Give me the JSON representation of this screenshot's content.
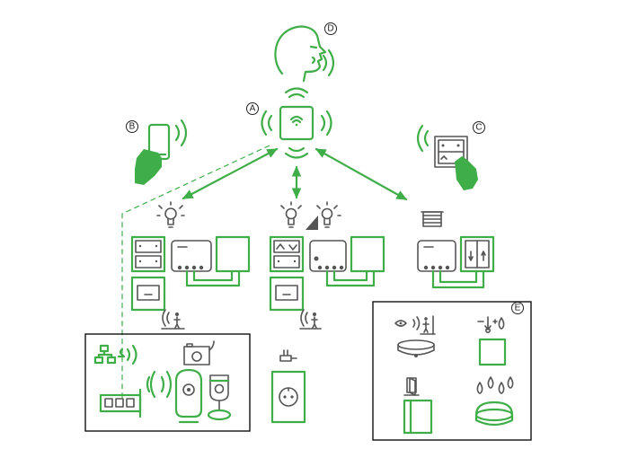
{
  "labels": {
    "a": "A",
    "b": "B",
    "c": "C",
    "d": "D",
    "e": "E"
  },
  "colors": {
    "accent": "#3fae49",
    "line": "#555555",
    "frame": "#111111"
  },
  "icons": [
    "voice-assistant-head-icon",
    "smartphone-hand-icon",
    "wireless-switch-hand-icon",
    "wifi-gateway-icon",
    "light-bulb-icon",
    "dimmer-icon",
    "shutter-icon",
    "router-icon",
    "camera-icon",
    "motion-sensor-icon",
    "temperature-humidity-sensor-icon",
    "door-sensor-icon",
    "water-leak-sensor-icon",
    "smart-plug-icon"
  ]
}
